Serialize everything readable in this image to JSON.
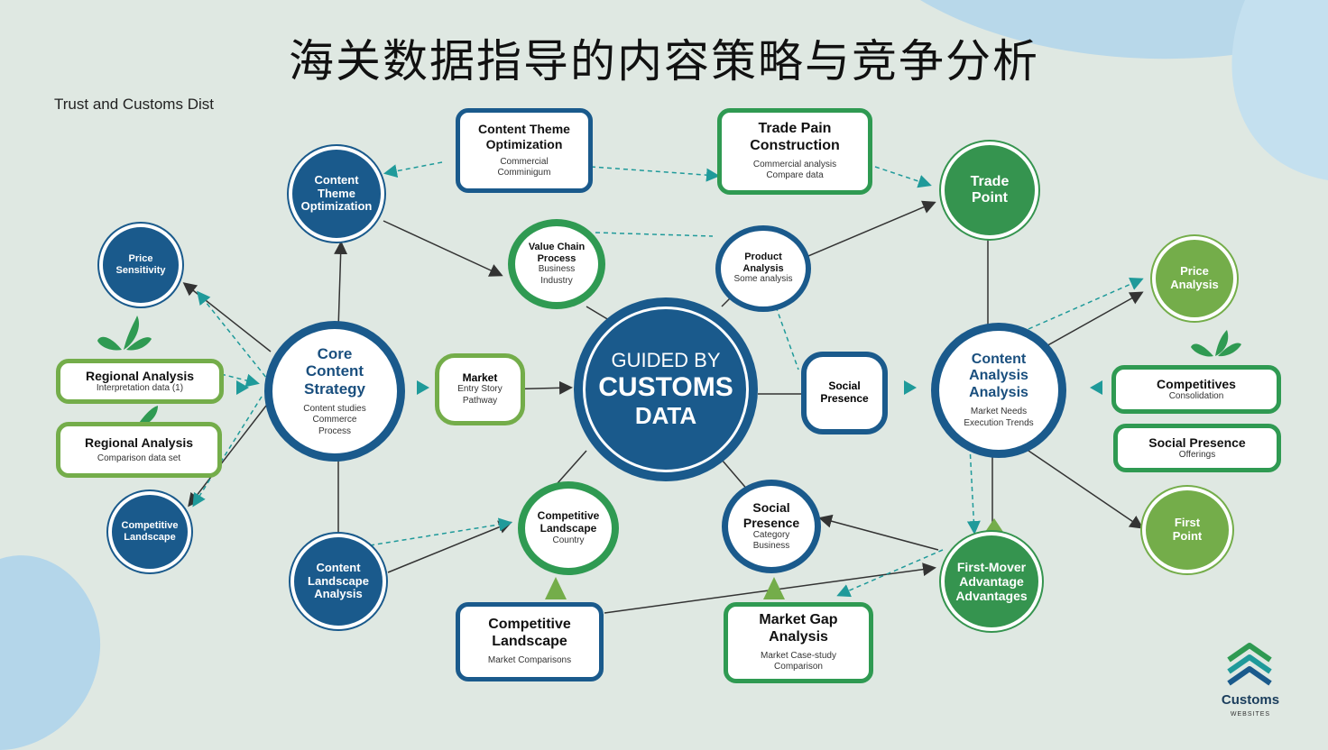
{
  "title": "海关数据指导的内容策略与竞争分析",
  "subtitle": "Trust and Customs Dist",
  "center": {
    "line1": "GUIDED BY",
    "line2": "CUSTOMS",
    "line3": "DATA"
  },
  "nodes": {
    "content_theme_opt_box": {
      "label": "Content Theme Optimization",
      "sub": "Commercial Comminigum"
    },
    "trade_pain_box": {
      "label": "Trade Pain Construction",
      "sub": "Commercial analysis Compare data"
    },
    "trade_point_circle": {
      "label": "Trade Point"
    },
    "content_theme_circle": {
      "label": "Content Theme Optimization"
    },
    "price_sensitivity": {
      "label": "Price Sensitivity"
    },
    "value_chain": {
      "label": "Value Chain Process",
      "sub": "Business Industry"
    },
    "product_analysis": {
      "label": "Product Analysis",
      "sub": "Some analysis"
    },
    "price_analysis": {
      "label": "Price Analysis"
    },
    "core_strategy": {
      "label": "Core Content Strategy",
      "sub": "Content studies Commerce Process"
    },
    "regional_1": {
      "label": "Regional Analysis",
      "sub": "Interpretation data (1)"
    },
    "regional_2": {
      "label": "Regional Analysis",
      "sub": "Comparison data set"
    },
    "market_hex": {
      "label": "Market",
      "sub": "Entry Story Pathway"
    },
    "social_hex": {
      "label": "Social Presence"
    },
    "content_analysis": {
      "label": "Content Analysis Analysis",
      "sub": "Market Needs Execution Trends"
    },
    "competitives_box": {
      "label": "Competitives",
      "sub": "Consolidation"
    },
    "social_presence_box": {
      "label": "Social Presence",
      "sub": "Offerings"
    },
    "first_point": {
      "label": "First Point"
    },
    "competitive_landscape_circle": {
      "label": "Competitive Landscape"
    },
    "content_landscape": {
      "label": "Content Landscape Analysis"
    },
    "competitive_circle": {
      "label": "Competitive Landscape",
      "sub": "Country"
    },
    "social_presence_circle": {
      "label": "Social Presence",
      "sub": "Category Business"
    },
    "first_mover": {
      "label": "First-Mover Advantage Advantages"
    },
    "competitive_landscape_box": {
      "label": "Competitive Landscape",
      "sub": "Market Comparisons"
    },
    "market_gap_box": {
      "label": "Market Gap Analysis",
      "sub": "Market Case-study Comparison"
    }
  },
  "brand": {
    "name": "Customs",
    "tag": "WEBSITES"
  },
  "colors": {
    "navy": "#1a5a8c",
    "green": "#2f9a52",
    "light_green": "#74ad4a",
    "bg": "#dfe8e2"
  }
}
